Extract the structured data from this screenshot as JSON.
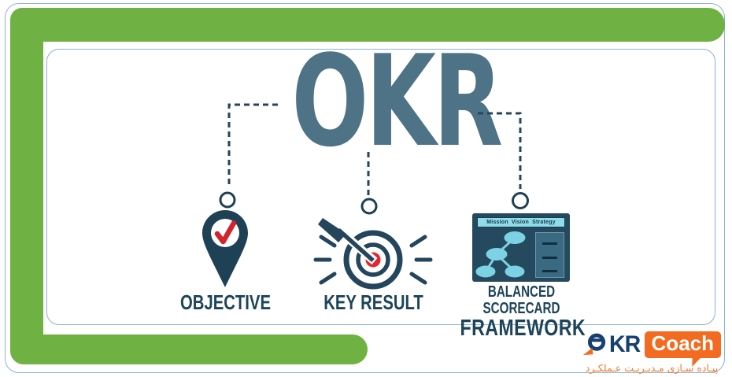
{
  "title": "OKR",
  "nodes": [
    {
      "id": "objective",
      "label": "OBJECTIVE",
      "icon": "pin-checkmark-icon"
    },
    {
      "id": "key-result",
      "label": "KEY RESULT",
      "icon": "target-dart-icon"
    },
    {
      "id": "framework",
      "label_line1": "BALANCED SCORECARD",
      "label_line2": "FRAMEWORK",
      "icon": "scorecard-icon",
      "scorecard_title": "Mission Vision Strategy"
    }
  ],
  "logo": {
    "brand_o": "O",
    "brand_kr": "KR",
    "product": "Coach",
    "tagline": "پیـاده سـازی مـدیـریـت عـملکـرد"
  },
  "colors": {
    "frame_green": "#6fb243",
    "border_blue": "#8cb1d8",
    "title_slate": "#4e7286",
    "icon_dark_slate": "#24455c",
    "label_dark": "#1d4459",
    "accent_red": "#d3232b",
    "cyan_light": "#7cd2e2",
    "board_navy": "#25495e",
    "logo_navy": "#15406f",
    "logo_orange": "#f26b21"
  }
}
